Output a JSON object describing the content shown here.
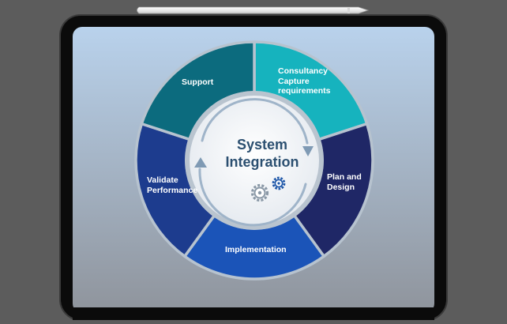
{
  "diagram": {
    "center_title_line1": "System",
    "center_title_line2": "Integration",
    "segments": [
      {
        "label_lines": [
          "Consultancy",
          "Capture",
          "requirements"
        ],
        "color": "#16b3be"
      },
      {
        "label_lines": [
          "Plan and",
          "Design"
        ],
        "color": "#1f2766"
      },
      {
        "label_lines": [
          "Implementation"
        ],
        "color": "#1b54b8"
      },
      {
        "label_lines": [
          "Validate",
          "Performance"
        ],
        "color": "#1d3c8e"
      },
      {
        "label_lines": [
          "Support"
        ],
        "color": "#0c6b7e"
      }
    ],
    "accent_color": "#2b4f70"
  }
}
